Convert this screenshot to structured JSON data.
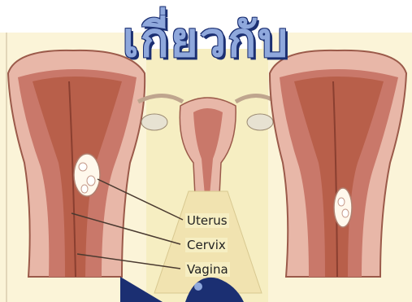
{
  "title": "เกี่ยวกับ",
  "labels": {
    "uterus": "Uterus",
    "cervix": "Cervix",
    "vagina": "Vagina"
  },
  "colors": {
    "title_fill": "#8fa8dc",
    "title_outline": "#1b2f72",
    "tissue": "#e8b7a8",
    "muscle": "#c9786a",
    "canal": "#b85f4a",
    "panel": "#f6eec2"
  }
}
